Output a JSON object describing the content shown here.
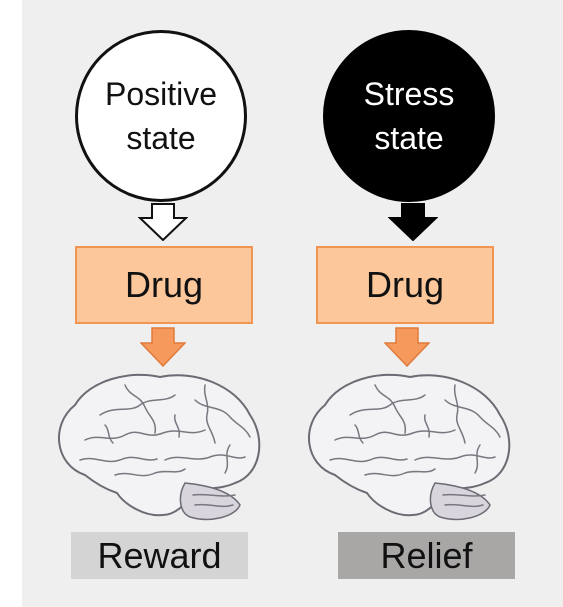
{
  "left_column": {
    "state_line1": "Positive",
    "state_line2": "state",
    "drug_label": "Drug",
    "outcome_label": "Reward"
  },
  "right_column": {
    "state_line1": "Stress",
    "state_line2": "state",
    "drug_label": "Drug",
    "outcome_label": "Relief"
  },
  "colors": {
    "panel_background": "#efefef",
    "drug_fill": "#fcc79a",
    "drug_border": "#f29552",
    "orange_arrow": "#f59a5c",
    "reward_box": "#d4d4d4",
    "relief_box": "#a9a6a6"
  }
}
